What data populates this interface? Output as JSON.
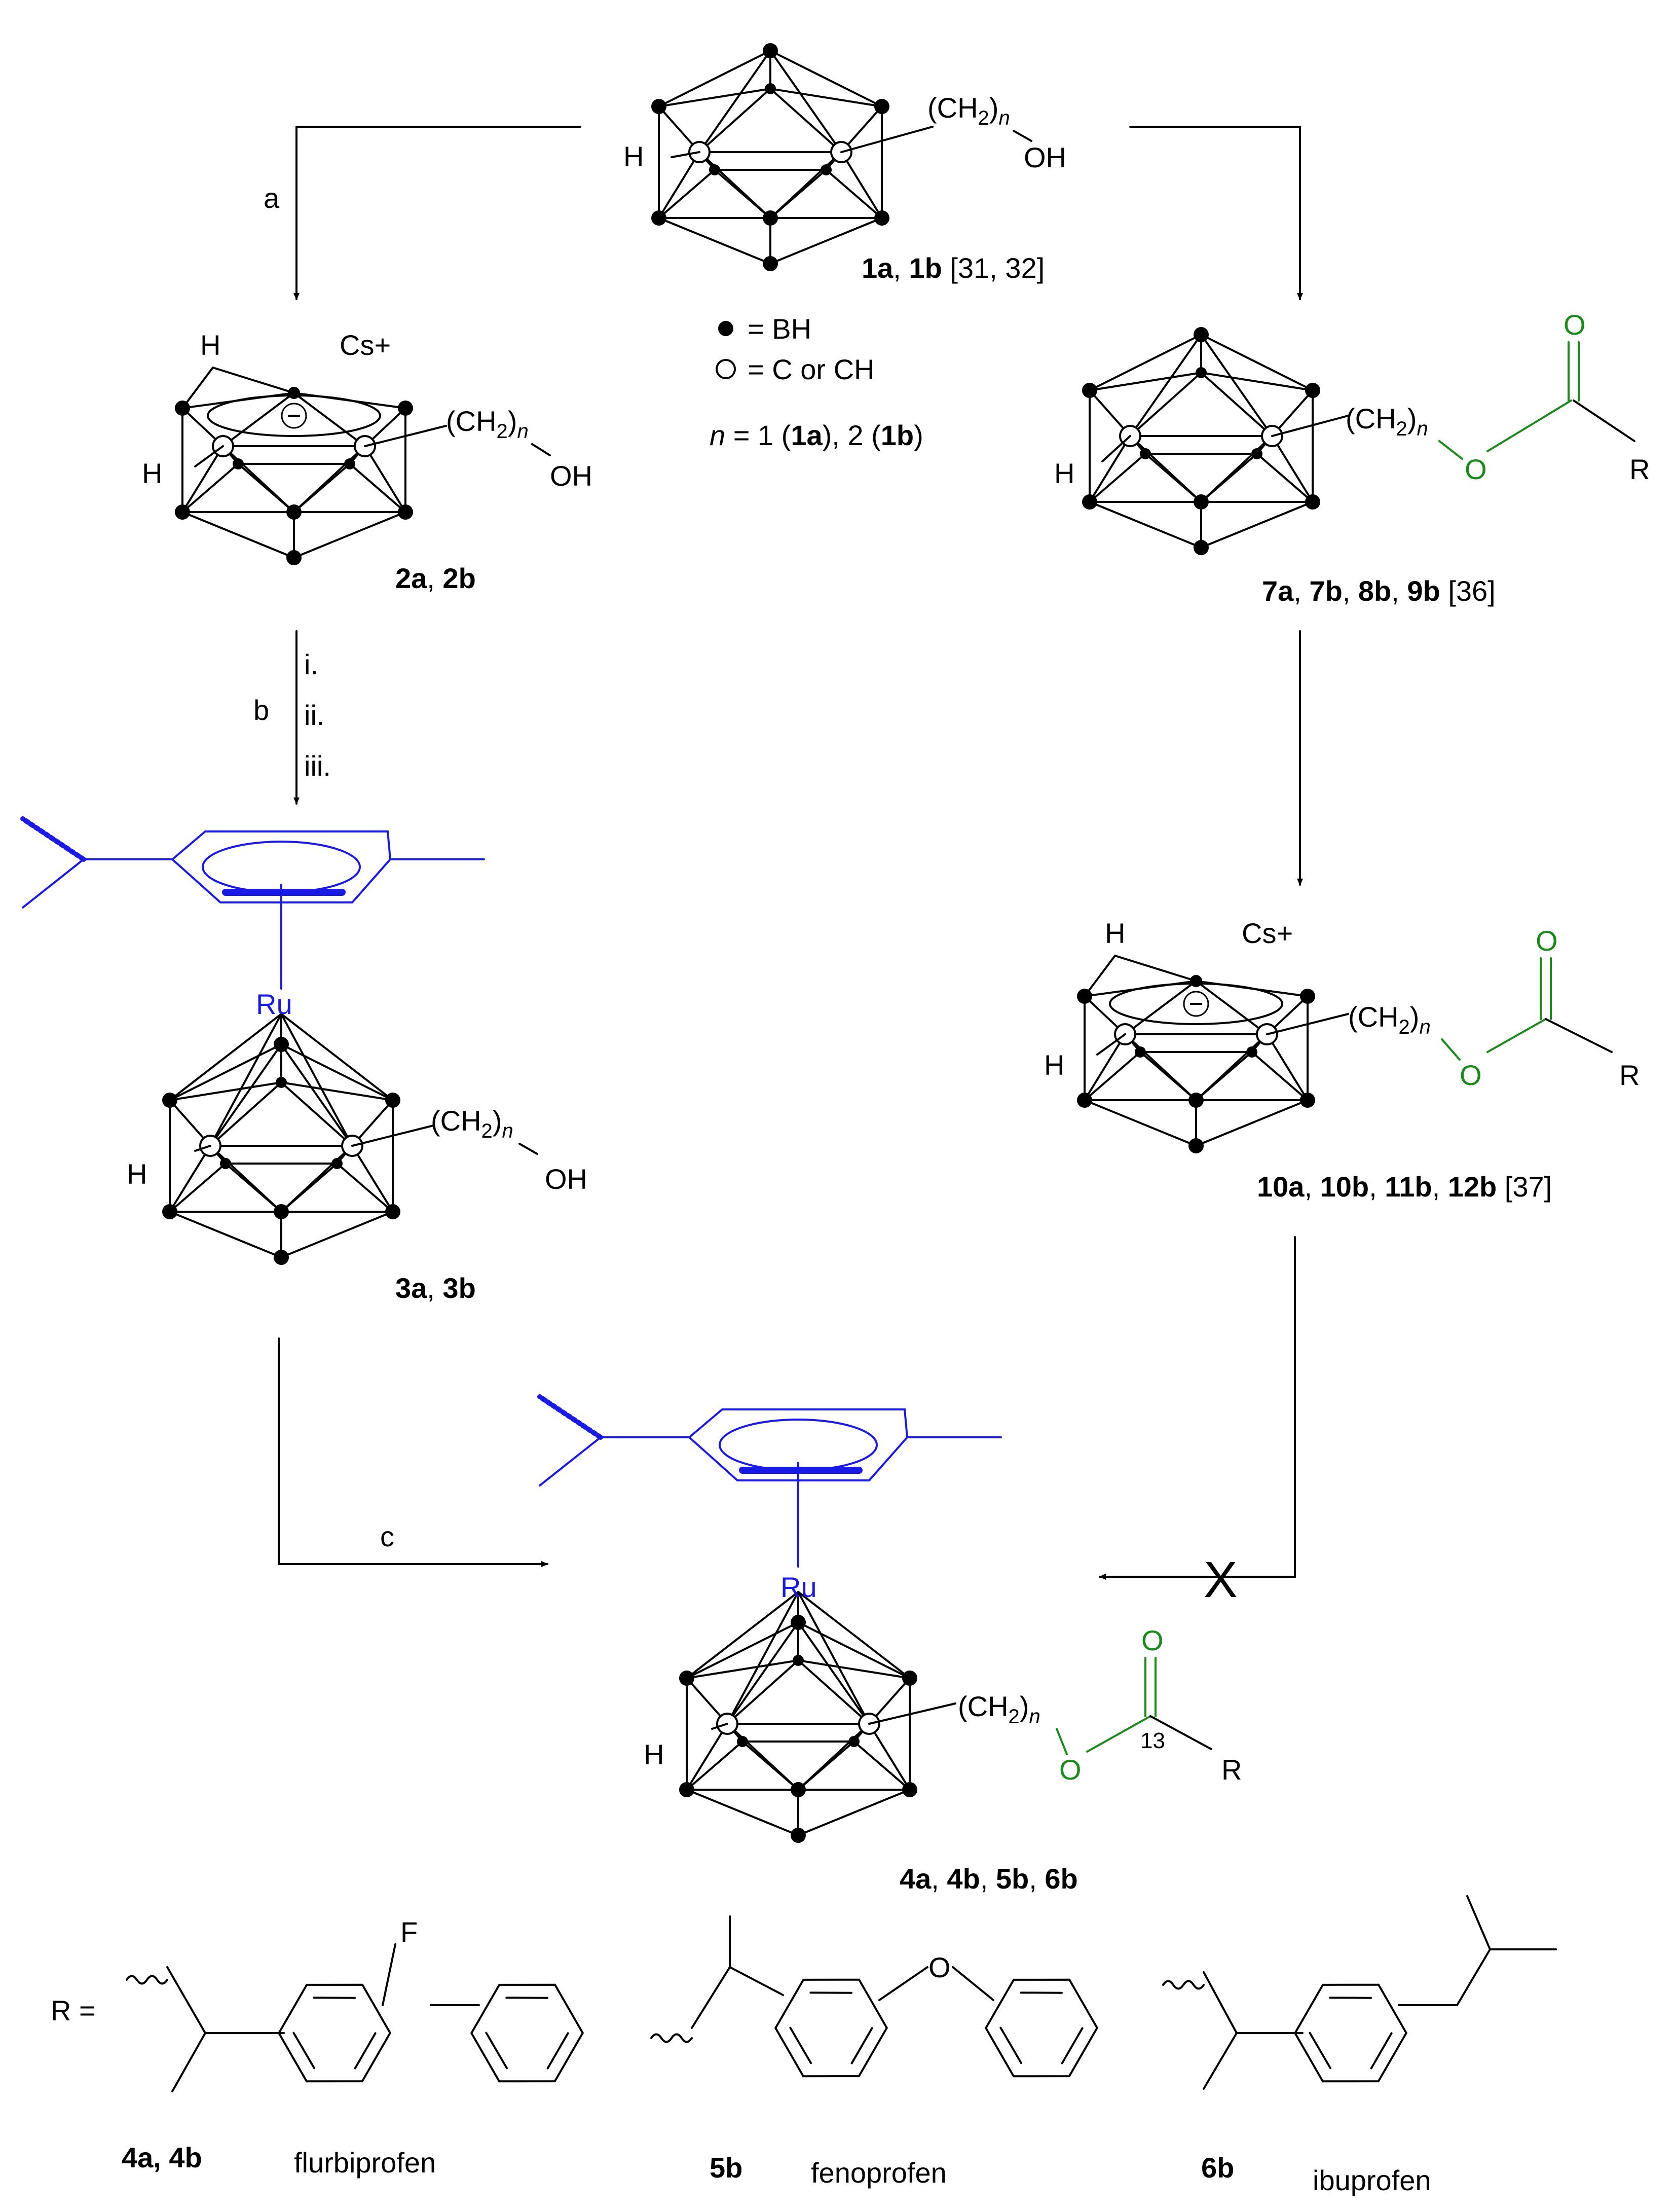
{
  "compound_labels": {
    "c1": [
      "1a",
      "1b"
    ],
    "c1_ref": "[31, 32]",
    "c2": [
      "2a",
      "2b"
    ],
    "c3": [
      "3a",
      "3b"
    ],
    "c4": [
      "4a",
      "4b",
      "5b",
      "6b"
    ],
    "c7": [
      "7a",
      "7b",
      "8b",
      "9b"
    ],
    "c7_ref": "[36]",
    "c10": [
      "10a",
      "10b",
      "11b",
      "12b"
    ],
    "c10_ref": "[37]"
  },
  "legend": {
    "bh": "= BH",
    "c": "= C or CH",
    "n_def_prefix": "n",
    "n_def_mid": " = 1 (",
    "n_def_1a": "1a",
    "n_def_sep": "), 2 (",
    "n_def_1b": "1b",
    "n_def_end": ")"
  },
  "atoms": {
    "h": "H",
    "oh": "OH",
    "o": "O",
    "r": "R",
    "ru": "Ru",
    "cs": "Cs+",
    "f": "F",
    "ch2_open": "(CH",
    "ch2_sub": "2",
    "ch2_close": ")",
    "n": "n",
    "minus": "⊖",
    "c13": "13"
  },
  "arrows": {
    "a": "a",
    "b": "b",
    "c": "c",
    "steps": [
      "i.",
      "ii.",
      "iii."
    ],
    "blocked": "X"
  },
  "r_groups": {
    "prefix": "R =",
    "flurbiprofen": {
      "label": "4a, 4b",
      "name": "flurbiprofen"
    },
    "fenoprofen": {
      "label": "5b",
      "name": "fenoprofen"
    },
    "ibuprofen": {
      "label": "6b",
      "name": "ibuprofen"
    }
  }
}
